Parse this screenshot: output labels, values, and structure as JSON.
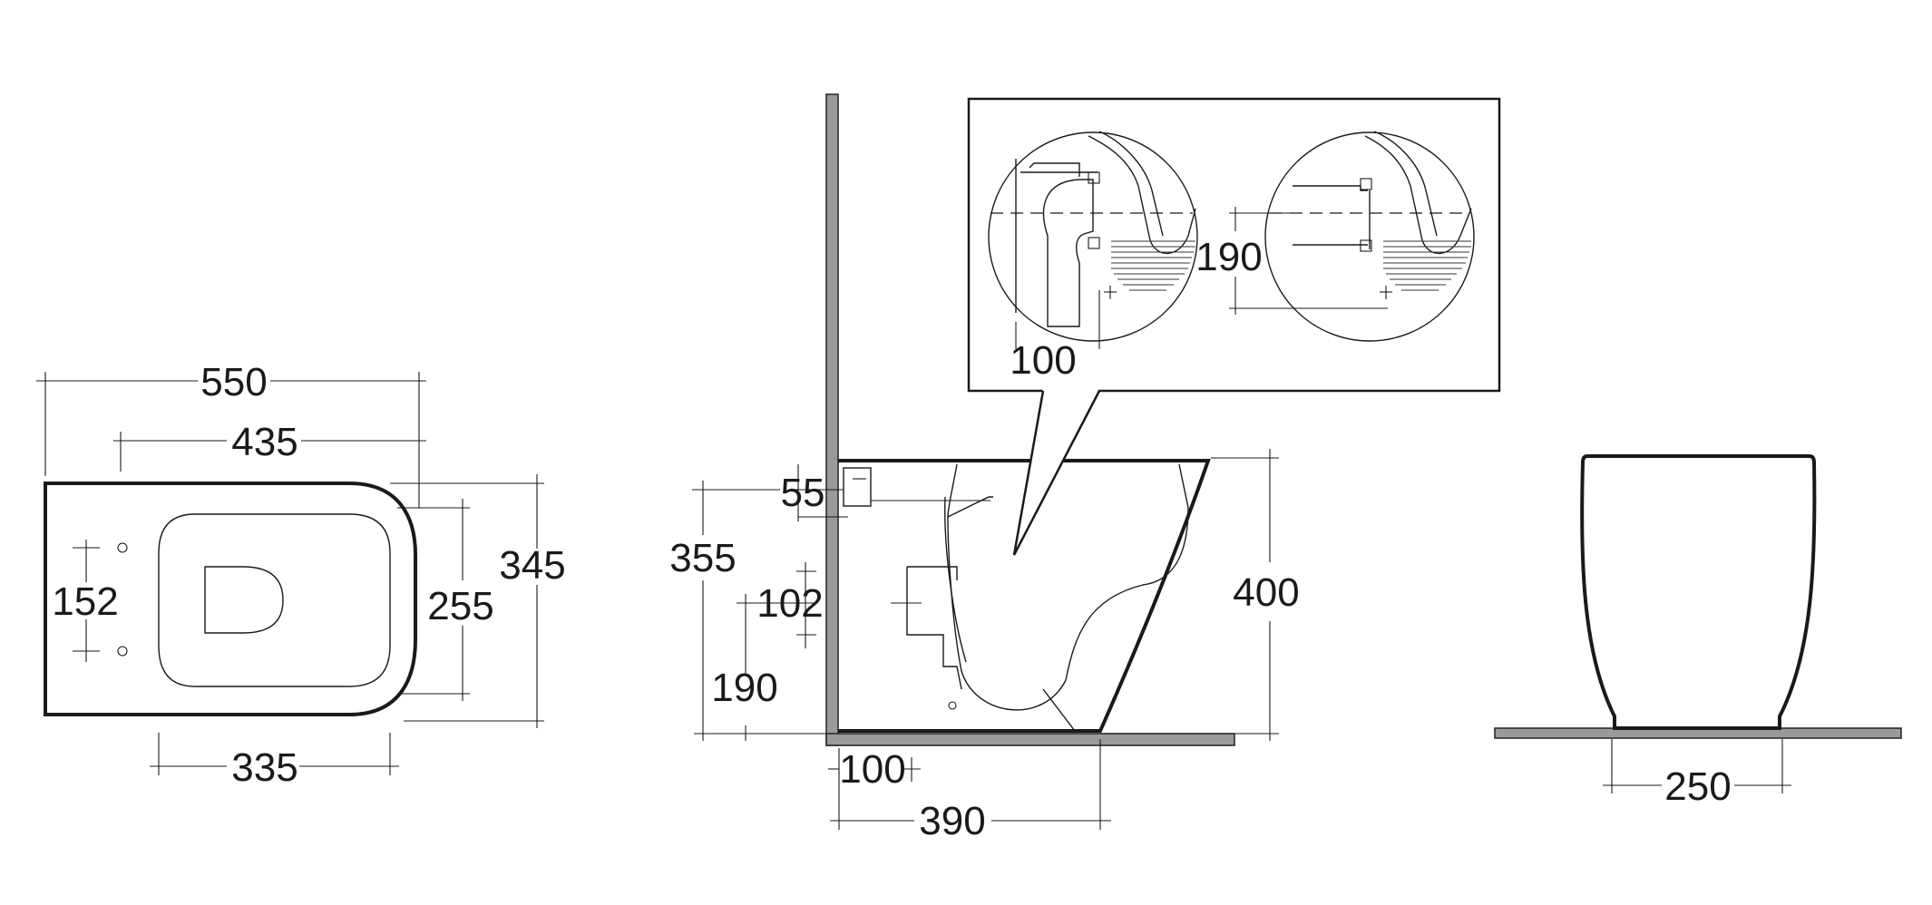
{
  "drawing": {
    "top_view": {
      "overall_length": "550",
      "length_to_rim": "435",
      "overall_width": "345",
      "seat_opening_width": "255",
      "fixing_hole_spacing": "152",
      "seat_opening_length": "335"
    },
    "side_view": {
      "height": "400",
      "inlet_height": "355",
      "wall_to_inlet": "55",
      "outlet_offset": "102",
      "outlet_height": "190",
      "wall_to_outlet": "100",
      "projection": "390"
    },
    "detail_view": {
      "floor_outlet_offset": "100",
      "wall_outlet_height": "190"
    },
    "front_view": {
      "base_width": "250"
    }
  }
}
